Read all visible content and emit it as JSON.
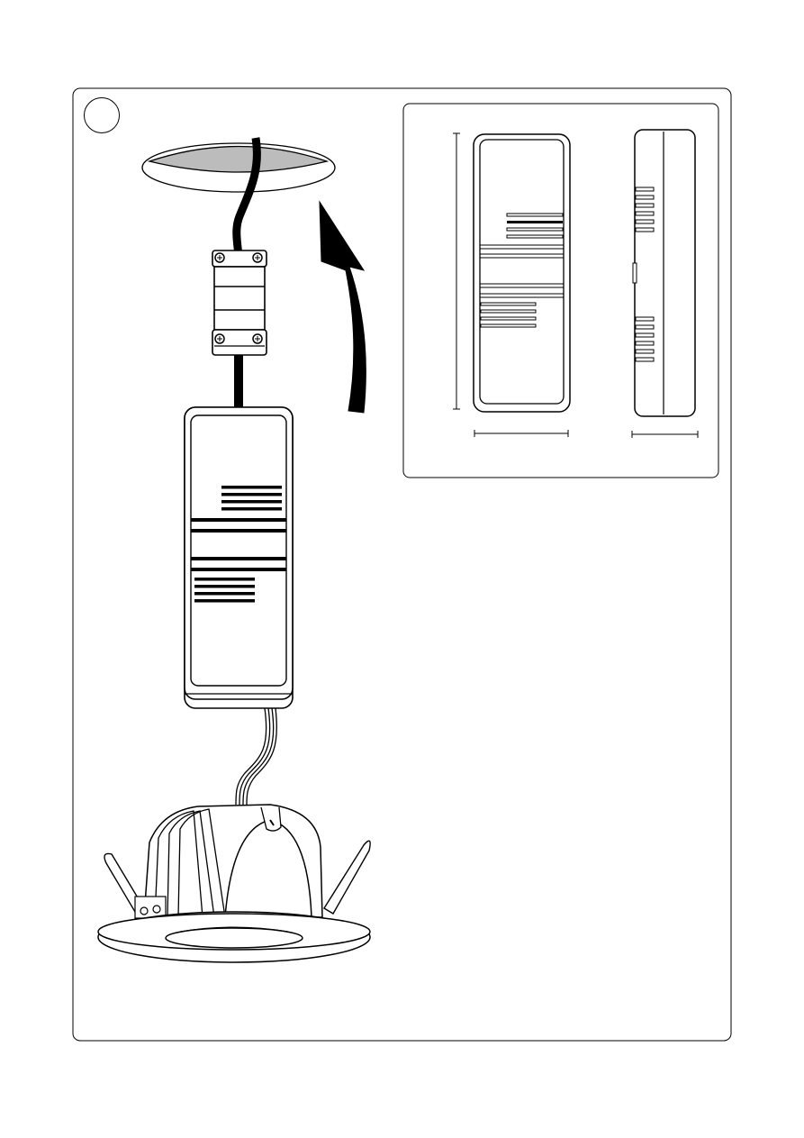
{
  "page": {
    "step_number": "",
    "background": "#ffffff",
    "stroke": "#000000",
    "ceiling_cutout_fill": "#bcbcbc"
  },
  "icons": {
    "step_marker": "circle-step-marker",
    "ceiling": "ceiling-cutout-icon",
    "connector": "terminal-block-icon",
    "driver": "led-driver-icon",
    "fixture": "recessed-downlight-icon",
    "arrow": "insert-up-arrow-icon"
  },
  "inset": {
    "front_view": "driver-front-view",
    "side_view": "driver-side-view",
    "height_dimension": "",
    "width_dimension": "",
    "depth_dimension": ""
  }
}
